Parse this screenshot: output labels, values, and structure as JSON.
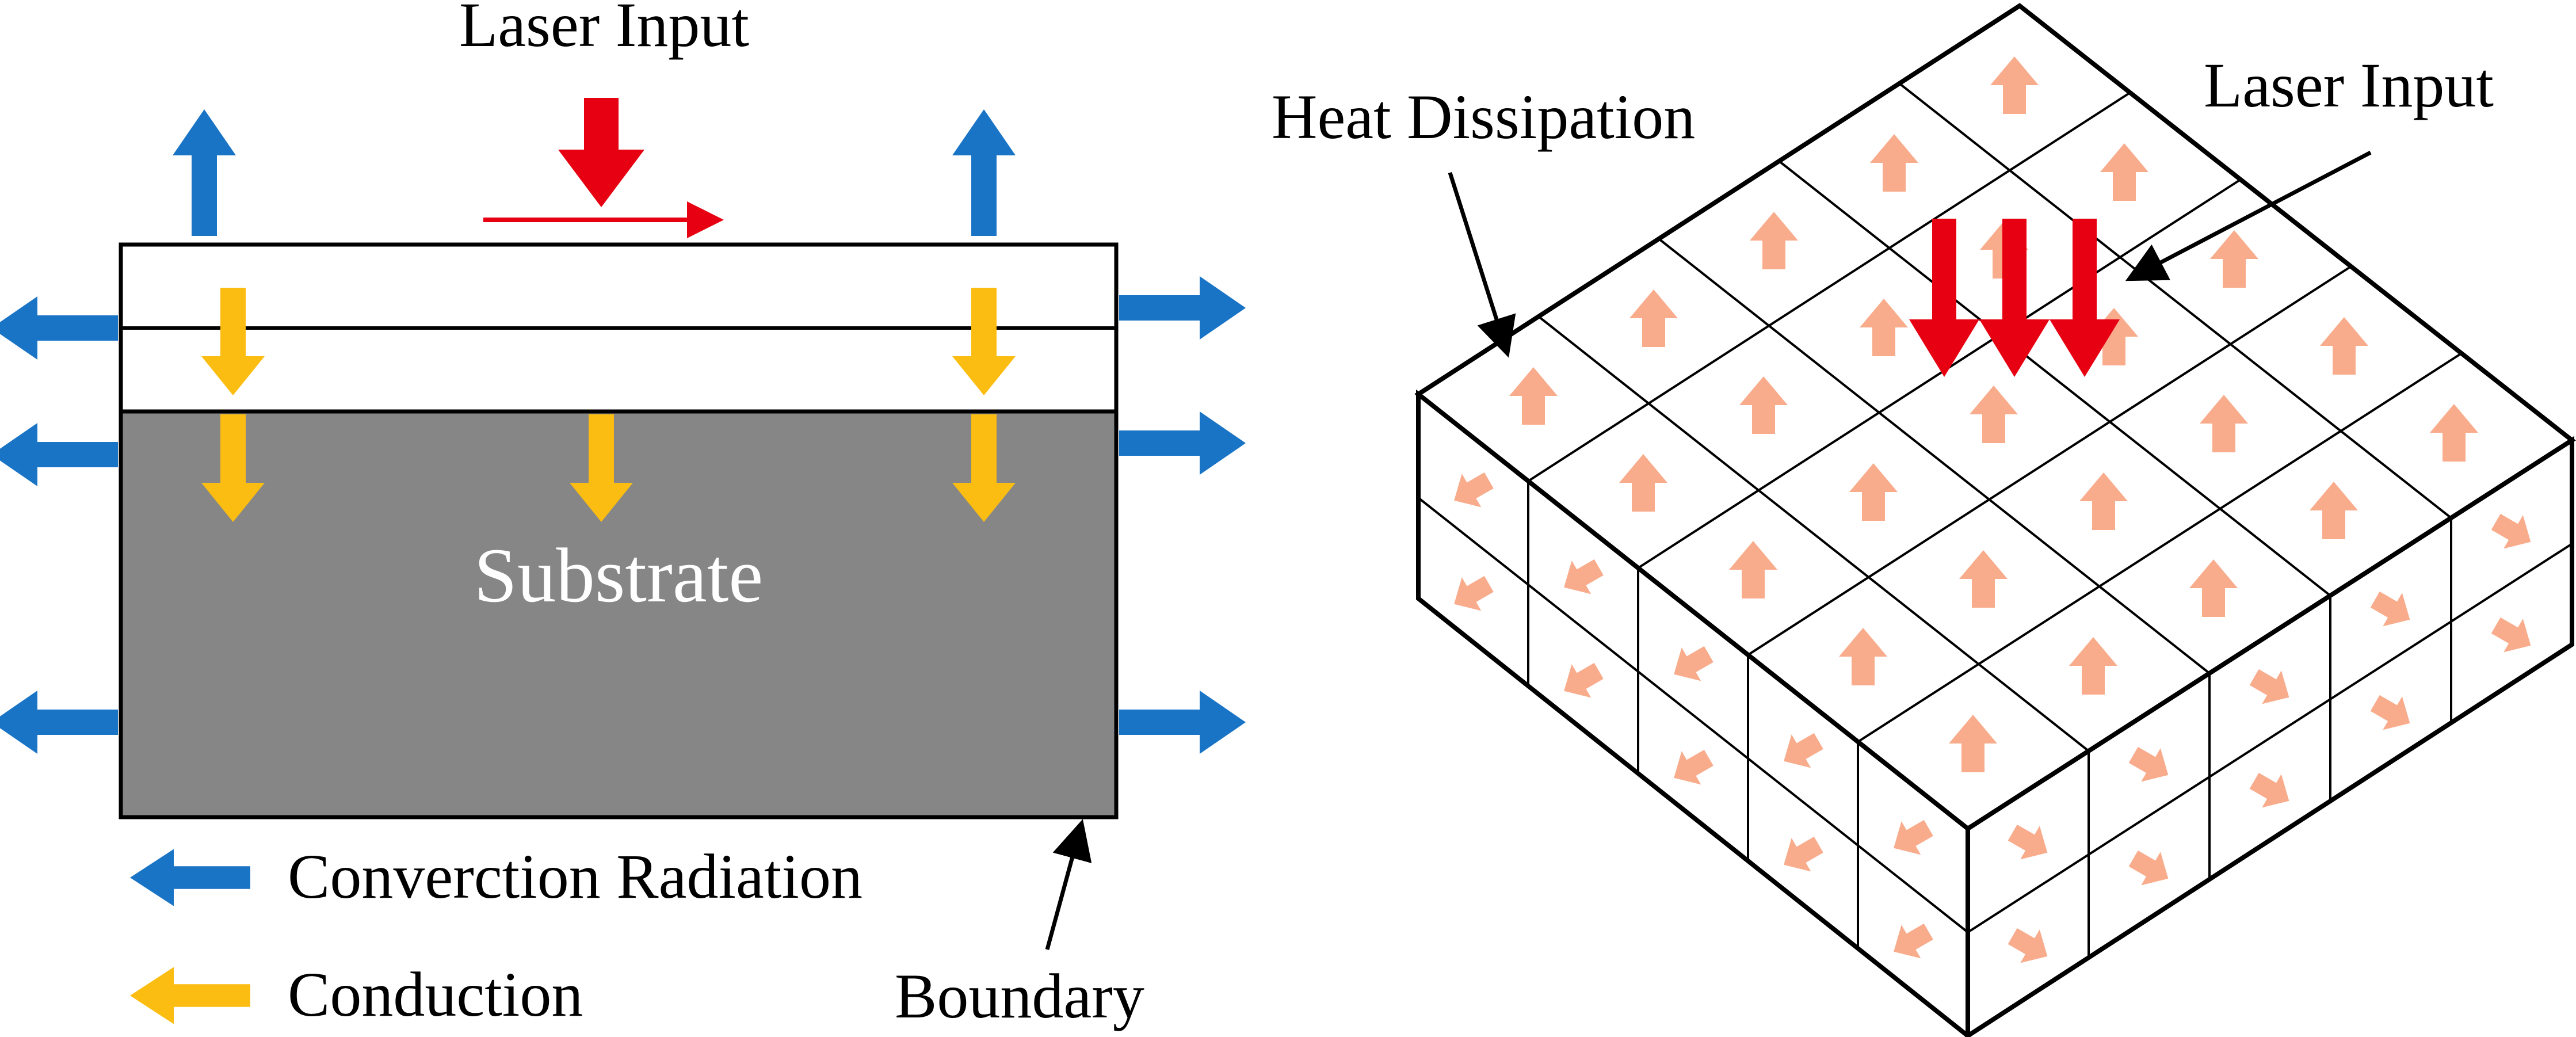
{
  "left_panel": {
    "laser_label": "Laser Input",
    "substrate_label": "Substrate",
    "boundary_label": "Boundary",
    "legend": [
      {
        "label": "Converction Radiation",
        "color": "#1a74c6",
        "icon": "blue-arrow-icon"
      },
      {
        "label": "Conduction",
        "color": "#fbbd12",
        "icon": "yellow-arrow-icon"
      }
    ],
    "colors": {
      "substrate_fill": "#868686",
      "laser": "#e60012",
      "convection": "#1a74c6",
      "conduction": "#fbbd12"
    }
  },
  "right_panel": {
    "heat_label": "Heat Dissipation",
    "laser_label": "Laser Input",
    "colors": {
      "dissipation_arrow": "#f8ac8c",
      "laser": "#e60012"
    }
  }
}
